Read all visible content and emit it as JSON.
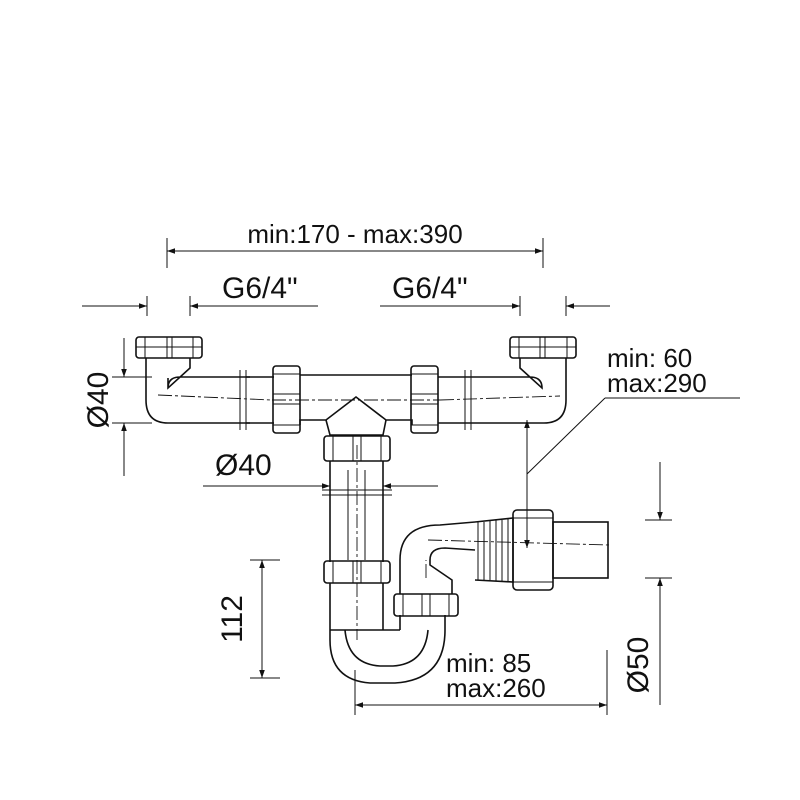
{
  "dimensions": {
    "overall_width": "min:170 - max:390",
    "left_thread": "G6/4\"",
    "right_thread": "G6/4\"",
    "left_inlet_diameter": "Ø40",
    "center_diameter": "Ø40",
    "right_height_min": "min:   60",
    "right_height_max": "max:290",
    "trap_height": "112",
    "outlet_min": "min:   85",
    "outlet_max": "max:260",
    "outlet_diameter": "Ø50"
  }
}
